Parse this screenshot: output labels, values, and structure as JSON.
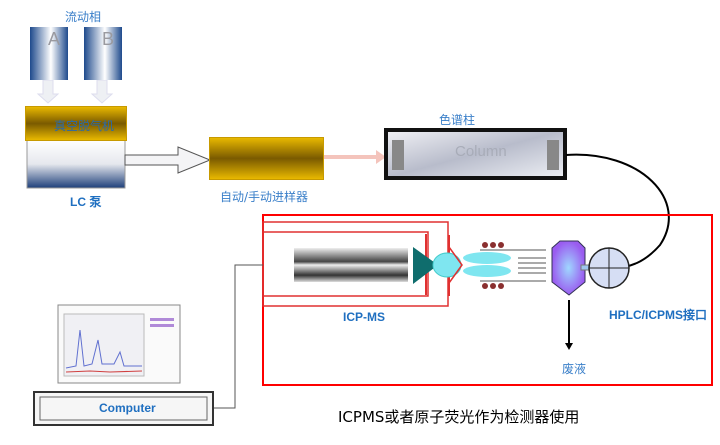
{
  "mobile_phase": {
    "label": "流动相",
    "bottle_a": "A",
    "bottle_b": "B"
  },
  "degasser": {
    "label": "真空脱气机"
  },
  "pump": {
    "label": "LC 泵"
  },
  "autosampler": {
    "label": "自动/手动进样器"
  },
  "column": {
    "title": "色谱柱",
    "inner_text": "Column"
  },
  "detector": {
    "icpms_label": "ICP-MS",
    "interface_label": "HPLC/ICPMS接口",
    "waste_label": "废液"
  },
  "computer": {
    "label": "Computer"
  },
  "caption": "ICPMS或者原子荧光作为检测器使用",
  "colors": {
    "label_blue": "#3a7fc9",
    "highlight_red": "#ff0000",
    "gold": "#e8b800",
    "navy": "#1e4a8c"
  }
}
